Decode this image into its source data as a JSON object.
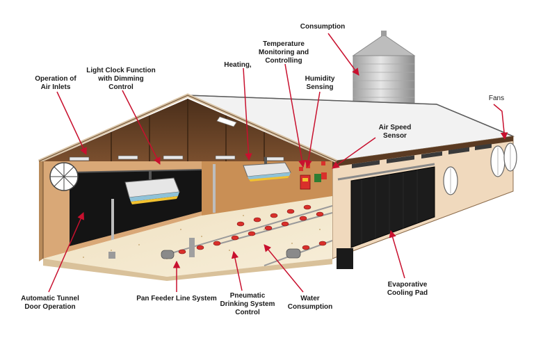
{
  "labels": {
    "feed_consumption": "Consumption",
    "temperature_l1": "Temperature",
    "temperature_l2": "Monitoring and",
    "temperature_l3": "Controlling",
    "heating": "Heating,",
    "humidity_l1": "Humidity",
    "humidity_l2": "Sensing",
    "light_clock_l1": "Light Clock Function",
    "light_clock_l2": "with Dimming",
    "light_clock_l3": "Control",
    "air_inlets_l1": "Operation of",
    "air_inlets_l2": "Air Inlets",
    "air_speed_l1": "Air Speed",
    "air_speed_l2": "Sensor",
    "fans": "Fans",
    "tunnel_door_l1": "Automatic Tunnel",
    "tunnel_door_l2": "Door Operation",
    "pan_feeder": "Pan Feeder Line System",
    "pneumatic_l1": "Pneumatic",
    "pneumatic_l2": "Drinking System",
    "pneumatic_l3": "Control",
    "water_l1": "Water",
    "water_l2": "Consumption",
    "cooling_l1": "Evaporative",
    "cooling_l2": "Cooling Pad"
  },
  "colors": {
    "arrow": "#c8102e",
    "roof": "#f2f2f2",
    "wall_interior": "#c98f55",
    "wall_exterior": "#f0d9bd",
    "cooling_pad": "#1c1c1c",
    "floor": "#f3e7cc",
    "silo": "#c9c9c9",
    "feeder_pan": "#d9302b"
  }
}
